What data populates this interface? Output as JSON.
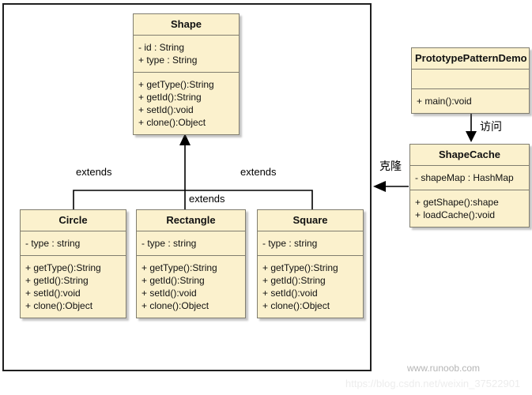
{
  "diagram": {
    "classes": {
      "shape": {
        "title": "Shape",
        "attributes": [
          "- id : String",
          "+ type : String"
        ],
        "methods": [
          "+ getType():String",
          "+ getId():String",
          "+ setId():void",
          "+ clone():Object"
        ]
      },
      "demo": {
        "title": "PrototypePatternDemo",
        "attributes": [],
        "methods": [
          "+ main():void"
        ]
      },
      "cache": {
        "title": "ShapeCache",
        "attributes": [
          "- shapeMap : HashMap"
        ],
        "methods": [
          "+ getShape():shape",
          "+ loadCache():void"
        ]
      },
      "circle": {
        "title": "Circle",
        "attributes": [
          "- type : string"
        ],
        "methods": [
          "+ getType():String",
          "+ getId():String",
          "+ setId():void",
          "+ clone():Object"
        ]
      },
      "rectangle": {
        "title": "Rectangle",
        "attributes": [
          "- type : string"
        ],
        "methods": [
          "+ getType():String",
          "+ getId():String",
          "+ setId():void",
          "+ clone():Object"
        ]
      },
      "square": {
        "title": "Square",
        "attributes": [
          "- type : string"
        ],
        "methods": [
          "+ getType():String",
          "+ getId():String",
          "+ setId():void",
          "+ clone():Object"
        ]
      }
    },
    "edge_labels": {
      "extends_left": "extends",
      "extends_mid": "extends",
      "extends_right": "extends",
      "access": "访问",
      "clone": "克隆"
    },
    "colors": {
      "node_fill": "#fbf1cd",
      "node_border": "#807d6f",
      "frame_border": "#1f1f1f",
      "arrow": "#000000",
      "watermark": "#b5b5b5",
      "watermark_faint": "#ededed"
    }
  },
  "watermark": {
    "line1": "www.runoob.com",
    "line2": "https://blog.csdn.net/weixin_37522901"
  }
}
